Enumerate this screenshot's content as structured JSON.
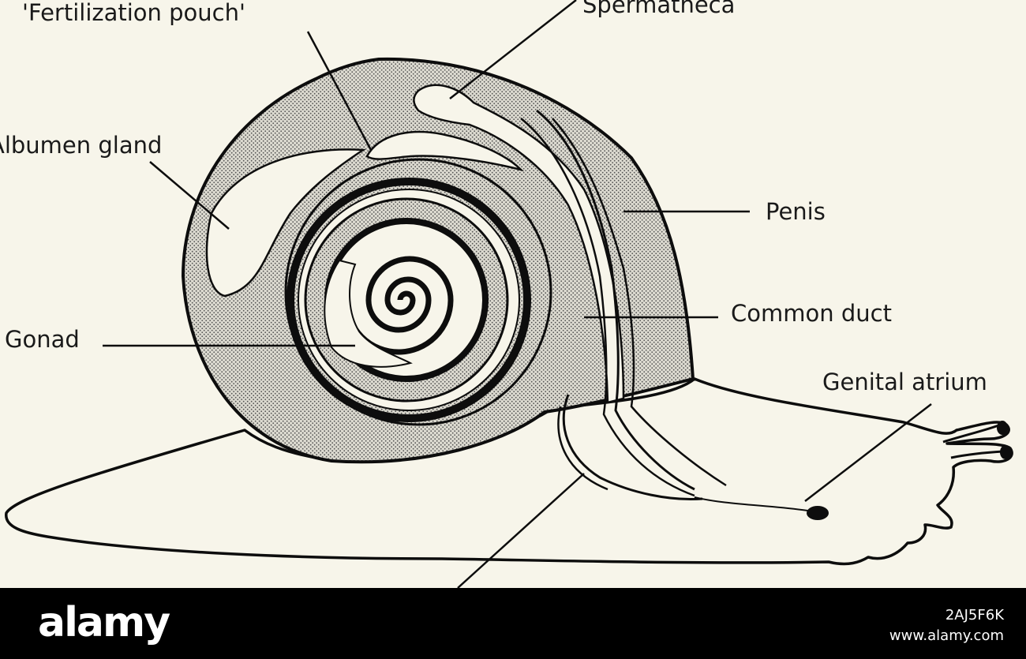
{
  "diagram": {
    "labels": {
      "fertilization_pouch": "'Fertilization pouch'",
      "spermatheca": "Spermatheca",
      "albumen_gland": "Albumen gland",
      "penis": "Penis",
      "gonad": "Gonad",
      "common_duct": "Common duct",
      "genital_atrium": "Genital atrium"
    }
  },
  "watermark": {
    "brand": "alamy",
    "image_id": "2AJ5F6K",
    "site": "www.alamy.com"
  },
  "colors": {
    "background": "#f7f5ea",
    "line": "#0d0d0d",
    "shading": "#d8d6cc",
    "footer": "#000000"
  }
}
